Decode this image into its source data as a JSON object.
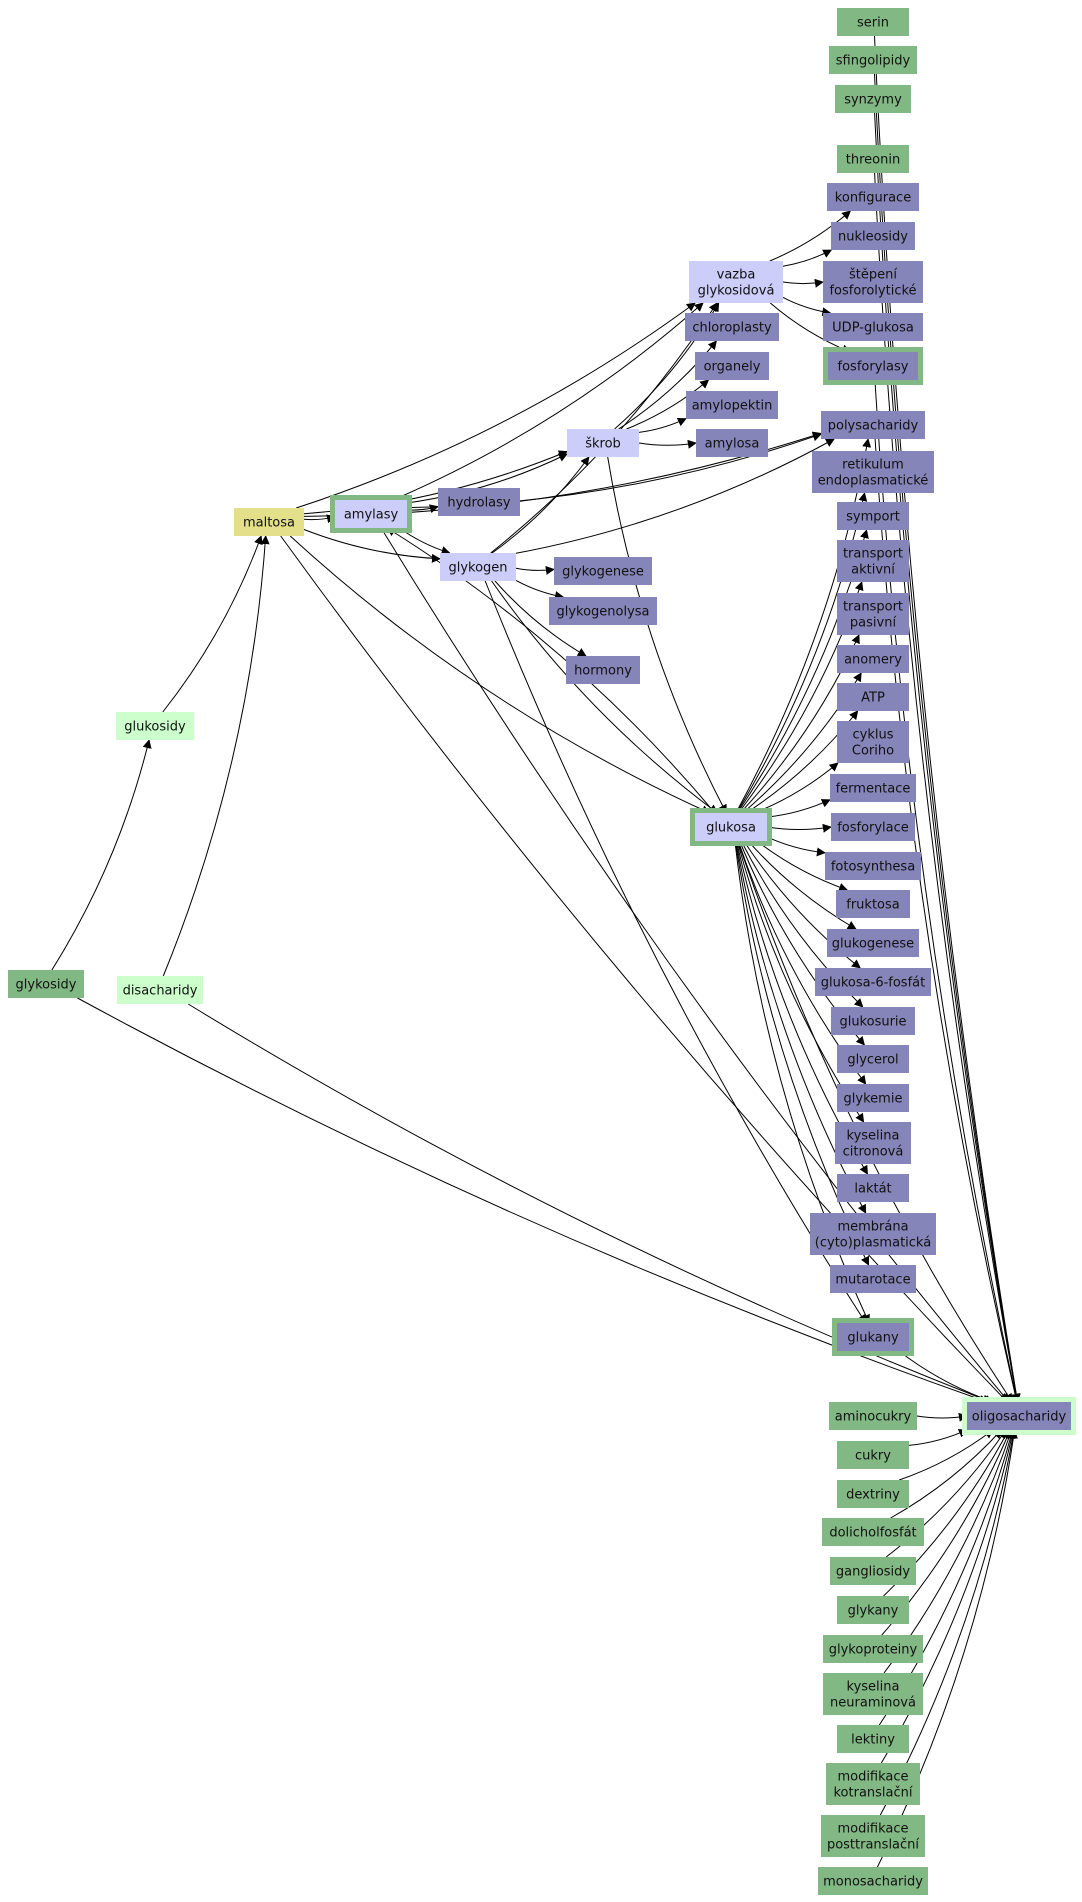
{
  "colors": {
    "center": "#e3df8b",
    "hub": "#cccdf9",
    "leaf_purple": "#8585b9",
    "leaf_green": "#82b883",
    "light_green": "#ccffcc",
    "ring_green": "#82b883",
    "ring_lightgreen": "#ccffcc"
  },
  "nodes": [
    {
      "id": "serin",
      "label": "serin",
      "style": "green"
    },
    {
      "id": "sfingolipidy",
      "label": "sfingolipidy",
      "style": "green"
    },
    {
      "id": "synzymy",
      "label": "synzymy",
      "style": "green"
    },
    {
      "id": "threonin",
      "label": "threonin",
      "style": "green"
    },
    {
      "id": "konfigurace",
      "label": "konfigurace",
      "style": "purple"
    },
    {
      "id": "nukleosidy",
      "label": "nukleosidy",
      "style": "purple"
    },
    {
      "id": "vazba",
      "label": "vazba\nglykosidová",
      "style": "hub"
    },
    {
      "id": "stepeni",
      "label": "štěpení\nfosforolytické",
      "style": "purple"
    },
    {
      "id": "udp",
      "label": "UDP-glukosa",
      "style": "purple"
    },
    {
      "id": "chloroplasty",
      "label": "chloroplasty",
      "style": "purple"
    },
    {
      "id": "fosforylasy",
      "label": "fosforylasy",
      "style": "purple-green"
    },
    {
      "id": "organely",
      "label": "organely",
      "style": "purple"
    },
    {
      "id": "amylopektin",
      "label": "amylopektin",
      "style": "purple"
    },
    {
      "id": "polysacharidy",
      "label": "polysacharidy",
      "style": "purple"
    },
    {
      "id": "skrob",
      "label": "škrob",
      "style": "hub"
    },
    {
      "id": "amylosa",
      "label": "amylosa",
      "style": "purple"
    },
    {
      "id": "retikulum",
      "label": "retikulum\nendoplasmatické",
      "style": "purple"
    },
    {
      "id": "hydrolasy",
      "label": "hydrolasy",
      "style": "purple"
    },
    {
      "id": "maltosa",
      "label": "maltosa",
      "style": "center"
    },
    {
      "id": "amylasy",
      "label": "amylasy",
      "style": "hub-green"
    },
    {
      "id": "symport",
      "label": "symport",
      "style": "purple"
    },
    {
      "id": "glykogen",
      "label": "glykogen",
      "style": "hub"
    },
    {
      "id": "glykogenese",
      "label": "glykogenese",
      "style": "purple"
    },
    {
      "id": "transport_aktivni",
      "label": "transport\naktivní",
      "style": "purple"
    },
    {
      "id": "glykogenolysa",
      "label": "glykogenolysa",
      "style": "purple"
    },
    {
      "id": "transport_pasivni",
      "label": "transport\npasivní",
      "style": "purple"
    },
    {
      "id": "hormony",
      "label": "hormony",
      "style": "purple"
    },
    {
      "id": "anomery",
      "label": "anomery",
      "style": "purple"
    },
    {
      "id": "glukosidy",
      "label": "glukosidy",
      "style": "lightgreen"
    },
    {
      "id": "atp",
      "label": "ATP",
      "style": "purple"
    },
    {
      "id": "cyklus",
      "label": "cyklus\nCoriho",
      "style": "purple"
    },
    {
      "id": "fermentace",
      "label": "fermentace",
      "style": "purple"
    },
    {
      "id": "glukosa",
      "label": "glukosa",
      "style": "hub-green"
    },
    {
      "id": "fosforylace",
      "label": "fosforylace",
      "style": "purple"
    },
    {
      "id": "fotosynthesa",
      "label": "fotosynthesa",
      "style": "purple"
    },
    {
      "id": "fruktosa",
      "label": "fruktosa",
      "style": "purple"
    },
    {
      "id": "glukogenese",
      "label": "glukogenese",
      "style": "purple"
    },
    {
      "id": "glukosa6f",
      "label": "glukosa-6-fosfát",
      "style": "purple"
    },
    {
      "id": "glykosidy",
      "label": "glykosidy",
      "style": "green"
    },
    {
      "id": "disacharidy",
      "label": "disacharidy",
      "style": "lightgreen"
    },
    {
      "id": "glukosurie",
      "label": "glukosurie",
      "style": "purple"
    },
    {
      "id": "glycerol",
      "label": "glycerol",
      "style": "purple"
    },
    {
      "id": "glykemie",
      "label": "glykemie",
      "style": "purple"
    },
    {
      "id": "kyselina_citronova",
      "label": "kyselina\ncitronová",
      "style": "purple"
    },
    {
      "id": "laktat",
      "label": "laktát",
      "style": "purple"
    },
    {
      "id": "membrana",
      "label": "membrána\n(cyto)plasmatická",
      "style": "purple"
    },
    {
      "id": "mutarotace",
      "label": "mutarotace",
      "style": "purple"
    },
    {
      "id": "glukany",
      "label": "glukany",
      "style": "purple-green"
    },
    {
      "id": "aminocukry",
      "label": "aminocukry",
      "style": "green"
    },
    {
      "id": "oligosacharidy",
      "label": "oligosacharidy",
      "style": "purple-lightgreen"
    },
    {
      "id": "cukry",
      "label": "cukry",
      "style": "green"
    },
    {
      "id": "dextriny",
      "label": "dextriny",
      "style": "green"
    },
    {
      "id": "dolicholfosfat",
      "label": "dolicholfosfát",
      "style": "green"
    },
    {
      "id": "gangliosidy",
      "label": "gangliosidy",
      "style": "green"
    },
    {
      "id": "glykany",
      "label": "glykany",
      "style": "green"
    },
    {
      "id": "glykoproteiny",
      "label": "glykoproteiny",
      "style": "green"
    },
    {
      "id": "kyselina_neuraminova",
      "label": "kyselina\nneuraminová",
      "style": "green"
    },
    {
      "id": "lektiny",
      "label": "lektiny",
      "style": "green"
    },
    {
      "id": "modifikace_ko",
      "label": "modifikace\nkotranslační",
      "style": "green"
    },
    {
      "id": "modifikace_post",
      "label": "modifikace\nposttranslační",
      "style": "green"
    },
    {
      "id": "monosacharidy",
      "label": "monosacharidy",
      "style": "green"
    }
  ],
  "edges": [
    [
      "maltosa",
      "amylasy"
    ],
    [
      "maltosa",
      "skrob"
    ],
    [
      "maltosa",
      "glykogen"
    ],
    [
      "maltosa",
      "vazba"
    ],
    [
      "maltosa",
      "glukosa"
    ],
    [
      "maltosa",
      "polysacharidy"
    ],
    [
      "maltosa",
      "oligosacharidy"
    ],
    [
      "amylasy",
      "hydrolasy"
    ],
    [
      "amylasy",
      "skrob"
    ],
    [
      "amylasy",
      "glykogen"
    ],
    [
      "amylasy",
      "vazba"
    ],
    [
      "amylasy",
      "polysacharidy"
    ],
    [
      "amylasy",
      "oligosacharidy"
    ],
    [
      "skrob",
      "amylosa"
    ],
    [
      "skrob",
      "amylopektin"
    ],
    [
      "skrob",
      "organely"
    ],
    [
      "skrob",
      "chloroplasty"
    ],
    [
      "skrob",
      "vazba"
    ],
    [
      "skrob",
      "glukosa"
    ],
    [
      "glykogen",
      "glykogenese"
    ],
    [
      "glykogen",
      "glykogenolysa"
    ],
    [
      "glykogen",
      "hormony"
    ],
    [
      "glykogen",
      "skrob"
    ],
    [
      "glykogen",
      "vazba"
    ],
    [
      "glykogen",
      "glukosa"
    ],
    [
      "glykogen",
      "glukany"
    ],
    [
      "glykogen",
      "polysacharidy"
    ],
    [
      "vazba",
      "konfigurace"
    ],
    [
      "vazba",
      "nukleosidy"
    ],
    [
      "vazba",
      "stepeni"
    ],
    [
      "vazba",
      "udp"
    ],
    [
      "vazba",
      "fosforylasy"
    ],
    [
      "glukosa",
      "amylasy"
    ],
    [
      "glukosa",
      "polysacharidy"
    ],
    [
      "glukosa",
      "retikulum"
    ],
    [
      "glukosa",
      "symport"
    ],
    [
      "glukosa",
      "transport_aktivni"
    ],
    [
      "glukosa",
      "transport_pasivni"
    ],
    [
      "glukosa",
      "anomery"
    ],
    [
      "glukosa",
      "atp"
    ],
    [
      "glukosa",
      "cyklus"
    ],
    [
      "glukosa",
      "fermentace"
    ],
    [
      "glukosa",
      "fosforylace"
    ],
    [
      "glukosa",
      "fotosynthesa"
    ],
    [
      "glukosa",
      "fruktosa"
    ],
    [
      "glukosa",
      "glukogenese"
    ],
    [
      "glukosa",
      "glukosa6f"
    ],
    [
      "glukosa",
      "glukosurie"
    ],
    [
      "glukosa",
      "glycerol"
    ],
    [
      "glukosa",
      "glykemie"
    ],
    [
      "glukosa",
      "kyselina_citronova"
    ],
    [
      "glukosa",
      "laktat"
    ],
    [
      "glukosa",
      "membrana"
    ],
    [
      "glukosa",
      "mutarotace"
    ],
    [
      "glukosa",
      "glukany"
    ],
    [
      "glukosa",
      "oligosacharidy"
    ],
    [
      "glukosidy",
      "maltosa"
    ],
    [
      "disacharidy",
      "maltosa"
    ],
    [
      "glykosidy",
      "glukosidy"
    ],
    [
      "glykosidy",
      "oligosacharidy"
    ],
    [
      "disacharidy",
      "oligosacharidy"
    ],
    [
      "serin",
      "oligosacharidy"
    ],
    [
      "sfingolipidy",
      "oligosacharidy"
    ],
    [
      "synzymy",
      "oligosacharidy"
    ],
    [
      "threonin",
      "oligosacharidy"
    ],
    [
      "fosforylasy",
      "oligosacharidy"
    ],
    [
      "polysacharidy",
      "oligosacharidy"
    ],
    [
      "glukany",
      "oligosacharidy"
    ],
    [
      "aminocukry",
      "oligosacharidy"
    ],
    [
      "cukry",
      "oligosacharidy"
    ],
    [
      "dextriny",
      "oligosacharidy"
    ],
    [
      "dolicholfosfat",
      "oligosacharidy"
    ],
    [
      "gangliosidy",
      "oligosacharidy"
    ],
    [
      "glykany",
      "oligosacharidy"
    ],
    [
      "glykoproteiny",
      "oligosacharidy"
    ],
    [
      "kyselina_neuraminova",
      "oligosacharidy"
    ],
    [
      "lektiny",
      "oligosacharidy"
    ],
    [
      "modifikace_ko",
      "oligosacharidy"
    ],
    [
      "modifikace_post",
      "oligosacharidy"
    ],
    [
      "monosacharidy",
      "oligosacharidy"
    ]
  ]
}
